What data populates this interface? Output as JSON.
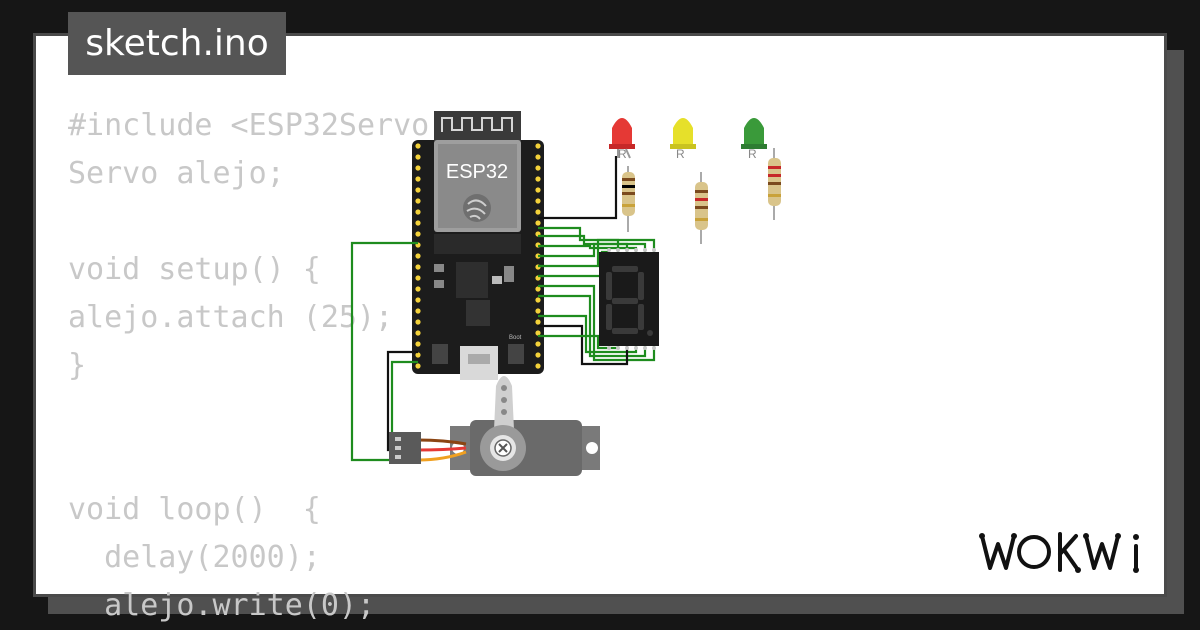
{
  "header": {
    "filename": "sketch.ino"
  },
  "code_lines": [
    "#include <ESP32Servo.h>",
    "Servo alejo;",
    "",
    "void setup() {",
    "alejo.attach (25);",
    "}",
    "",
    "",
    "void loop()  {",
    "  delay(2000);",
    "  alejo.write(0);"
  ],
  "board": {
    "label": "ESP32",
    "boot_label": "Boot"
  },
  "leds": [
    {
      "color": "red",
      "hex": "#e53935",
      "pin_label": "R"
    },
    {
      "color": "yellow",
      "hex": "#e6e02a",
      "pin_label": "R"
    },
    {
      "color": "green",
      "hex": "#3a9a3a",
      "pin_label": "R"
    }
  ],
  "wire_colors": {
    "signal": "#1e8c1e",
    "ground": "#111111"
  },
  "brand": {
    "name": "WOKWI"
  }
}
